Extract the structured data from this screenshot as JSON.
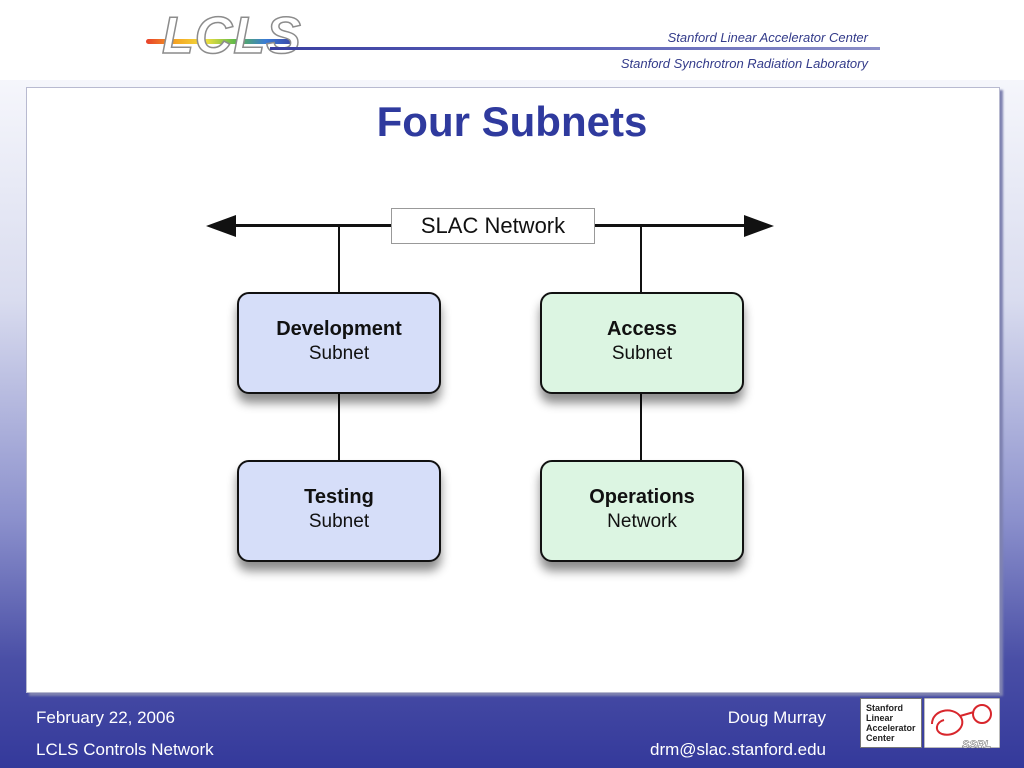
{
  "header": {
    "logo_text": "LCLS",
    "institution_1": "Stanford Linear Accelerator Center",
    "institution_2": "Stanford Synchrotron Radiation Laboratory"
  },
  "slide": {
    "title": "Four Subnets"
  },
  "diagram": {
    "network_label": "SLAC Network",
    "nodes": [
      {
        "title": "Development",
        "subtitle": "Subnet",
        "color": "#d6def9"
      },
      {
        "title": "Access",
        "subtitle": "Subnet",
        "color": "#dcf5e2"
      },
      {
        "title": "Testing",
        "subtitle": "Subnet",
        "color": "#d6def9"
      },
      {
        "title": "Operations",
        "subtitle": "Network",
        "color": "#dcf5e2"
      }
    ]
  },
  "footer": {
    "date": "February 22, 2006",
    "project": "LCLS Controls Network",
    "author": "Doug Murray",
    "email": "drm@slac.stanford.edu",
    "slac_logo_lines": [
      "Stanford",
      "Linear",
      "Accelerator",
      "Center"
    ],
    "ssrl_logo_text": "SSRL"
  }
}
